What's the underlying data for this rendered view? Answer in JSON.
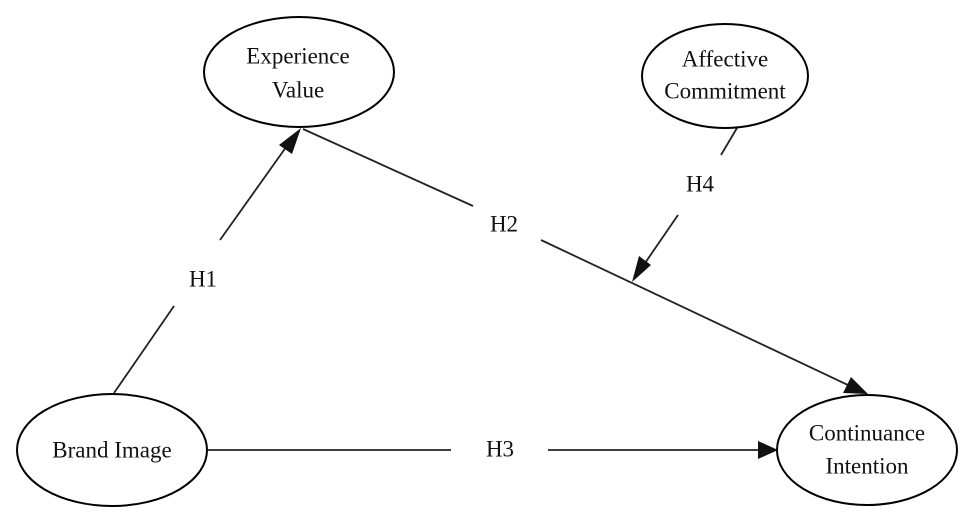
{
  "nodes": {
    "experience_value": {
      "lines": [
        "Experience",
        "Value"
      ]
    },
    "affective_commitment": {
      "lines": [
        "Affective",
        "Commitment"
      ]
    },
    "brand_image": {
      "lines": [
        "Brand Image"
      ]
    },
    "continuance_intention": {
      "lines": [
        "Continuance",
        "Intention"
      ]
    }
  },
  "edges": {
    "h1": {
      "label": "H1",
      "from": "Brand Image",
      "to": "Experience Value"
    },
    "h2": {
      "label": "H2",
      "from": "Experience Value",
      "to": "Continuance Intention"
    },
    "h3": {
      "label": "H3",
      "from": "Brand Image",
      "to": "Continuance Intention"
    },
    "h4": {
      "label": "H4",
      "from": "Affective Commitment",
      "to": "H2 path"
    }
  },
  "colors": {
    "stroke": "#000000",
    "text": "#111111",
    "background": "#ffffff"
  }
}
